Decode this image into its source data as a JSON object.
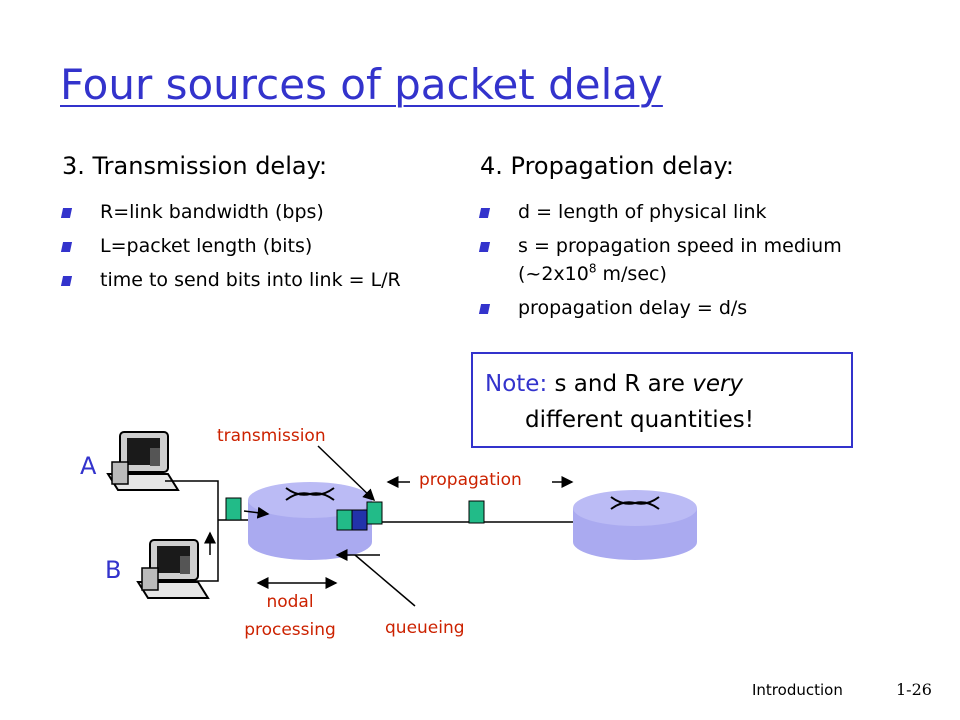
{
  "slide": {
    "title": "Four sources of packet delay",
    "left": {
      "heading": "3. Transmission delay:",
      "bullets": [
        "R=link bandwidth (bps)",
        "L=packet length (bits)",
        "time to send bits into link = L/R"
      ]
    },
    "right": {
      "heading": "4. Propagation delay:",
      "bullet1": "d = length of physical link",
      "bullet2_pre": "s = propagation speed in medium (~2x10",
      "bullet2_sup": "8",
      "bullet2_post": " m/sec)",
      "bullet3": "propagation delay = d/s"
    },
    "note": {
      "label": "Note:",
      "text_a": " s and R are ",
      "emph": "very",
      "text_b": "different quantities!"
    },
    "diagram": {
      "host_a": "A",
      "host_b": "B",
      "transmission": "transmission",
      "propagation": "propagation",
      "nodal_line1": "nodal",
      "nodal_line2": "processing",
      "queueing": "queueing"
    },
    "footer": {
      "section": "Introduction",
      "page": "1-26"
    }
  },
  "colors": {
    "title": "#3333cc",
    "bullet": "#3333cc",
    "label": "#cc2200",
    "router": "#aaaaf0",
    "packet": "#22bb88",
    "queued_packet": "#2233aa"
  }
}
